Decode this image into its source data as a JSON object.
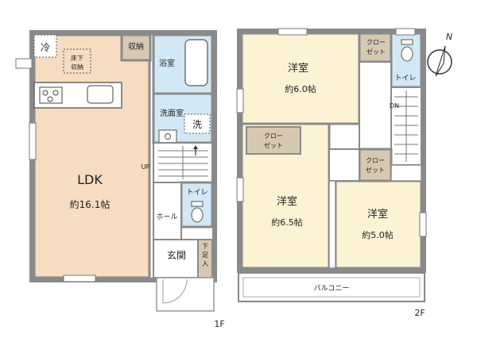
{
  "floor1": {
    "floor_label": "1F",
    "rooms": {
      "ldk": {
        "name": "LDK",
        "size": "約16.1帖"
      },
      "bath": {
        "name": "浴室"
      },
      "washroom": {
        "name": "洗面室",
        "washer": "洗"
      },
      "toilet": {
        "name": "トイレ"
      },
      "hall": {
        "name": "ホール"
      },
      "entrance": {
        "name": "玄関"
      },
      "storage": {
        "name": "収納"
      },
      "underfloor": {
        "line1": "床下",
        "line2": "収納"
      },
      "fridge": {
        "name": "冷"
      },
      "shoebox": {
        "line1": "下",
        "line2": "足",
        "line3": "入"
      }
    },
    "stair_label": "UP"
  },
  "floor2": {
    "floor_label": "2F",
    "rooms": {
      "western_a": {
        "name": "洋室",
        "size": "約6.0帖"
      },
      "western_b": {
        "name": "洋室",
        "size": "約6.5帖"
      },
      "western_c": {
        "name": "洋室",
        "size": "約5.0帖"
      },
      "closet_a": {
        "line1": "クロー",
        "line2": "ゼット"
      },
      "closet_b": {
        "line1": "クロー",
        "line2": "ゼット"
      },
      "closet_c": {
        "line1": "クロー",
        "line2": "ゼット"
      },
      "toilet": {
        "name": "トイレ"
      },
      "balcony": {
        "name": "バルコニー"
      }
    },
    "stair_label": "DN"
  },
  "compass": {
    "label": "N"
  },
  "colors": {
    "room_fill": "#fbf3d4",
    "ldk_fill": "#f6dcc0",
    "wet_fill": "#d2e8f4",
    "closet_fill": "#d7c9b1",
    "wall": "#8a8a8a"
  }
}
